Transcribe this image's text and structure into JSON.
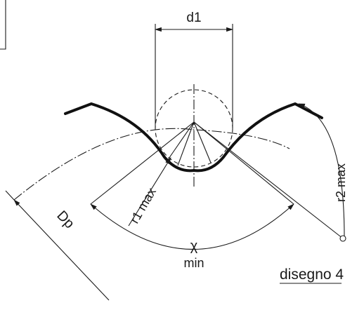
{
  "labels": {
    "d1": "d1",
    "r1": "r1 max",
    "r2": "r2 max",
    "dp": "Dp",
    "chi": "χ",
    "chi_sub": "min",
    "caption": "disegno 4"
  },
  "colors": {
    "ink": "#1a1a1a",
    "profile": "#111111",
    "background": "#ffffff"
  }
}
